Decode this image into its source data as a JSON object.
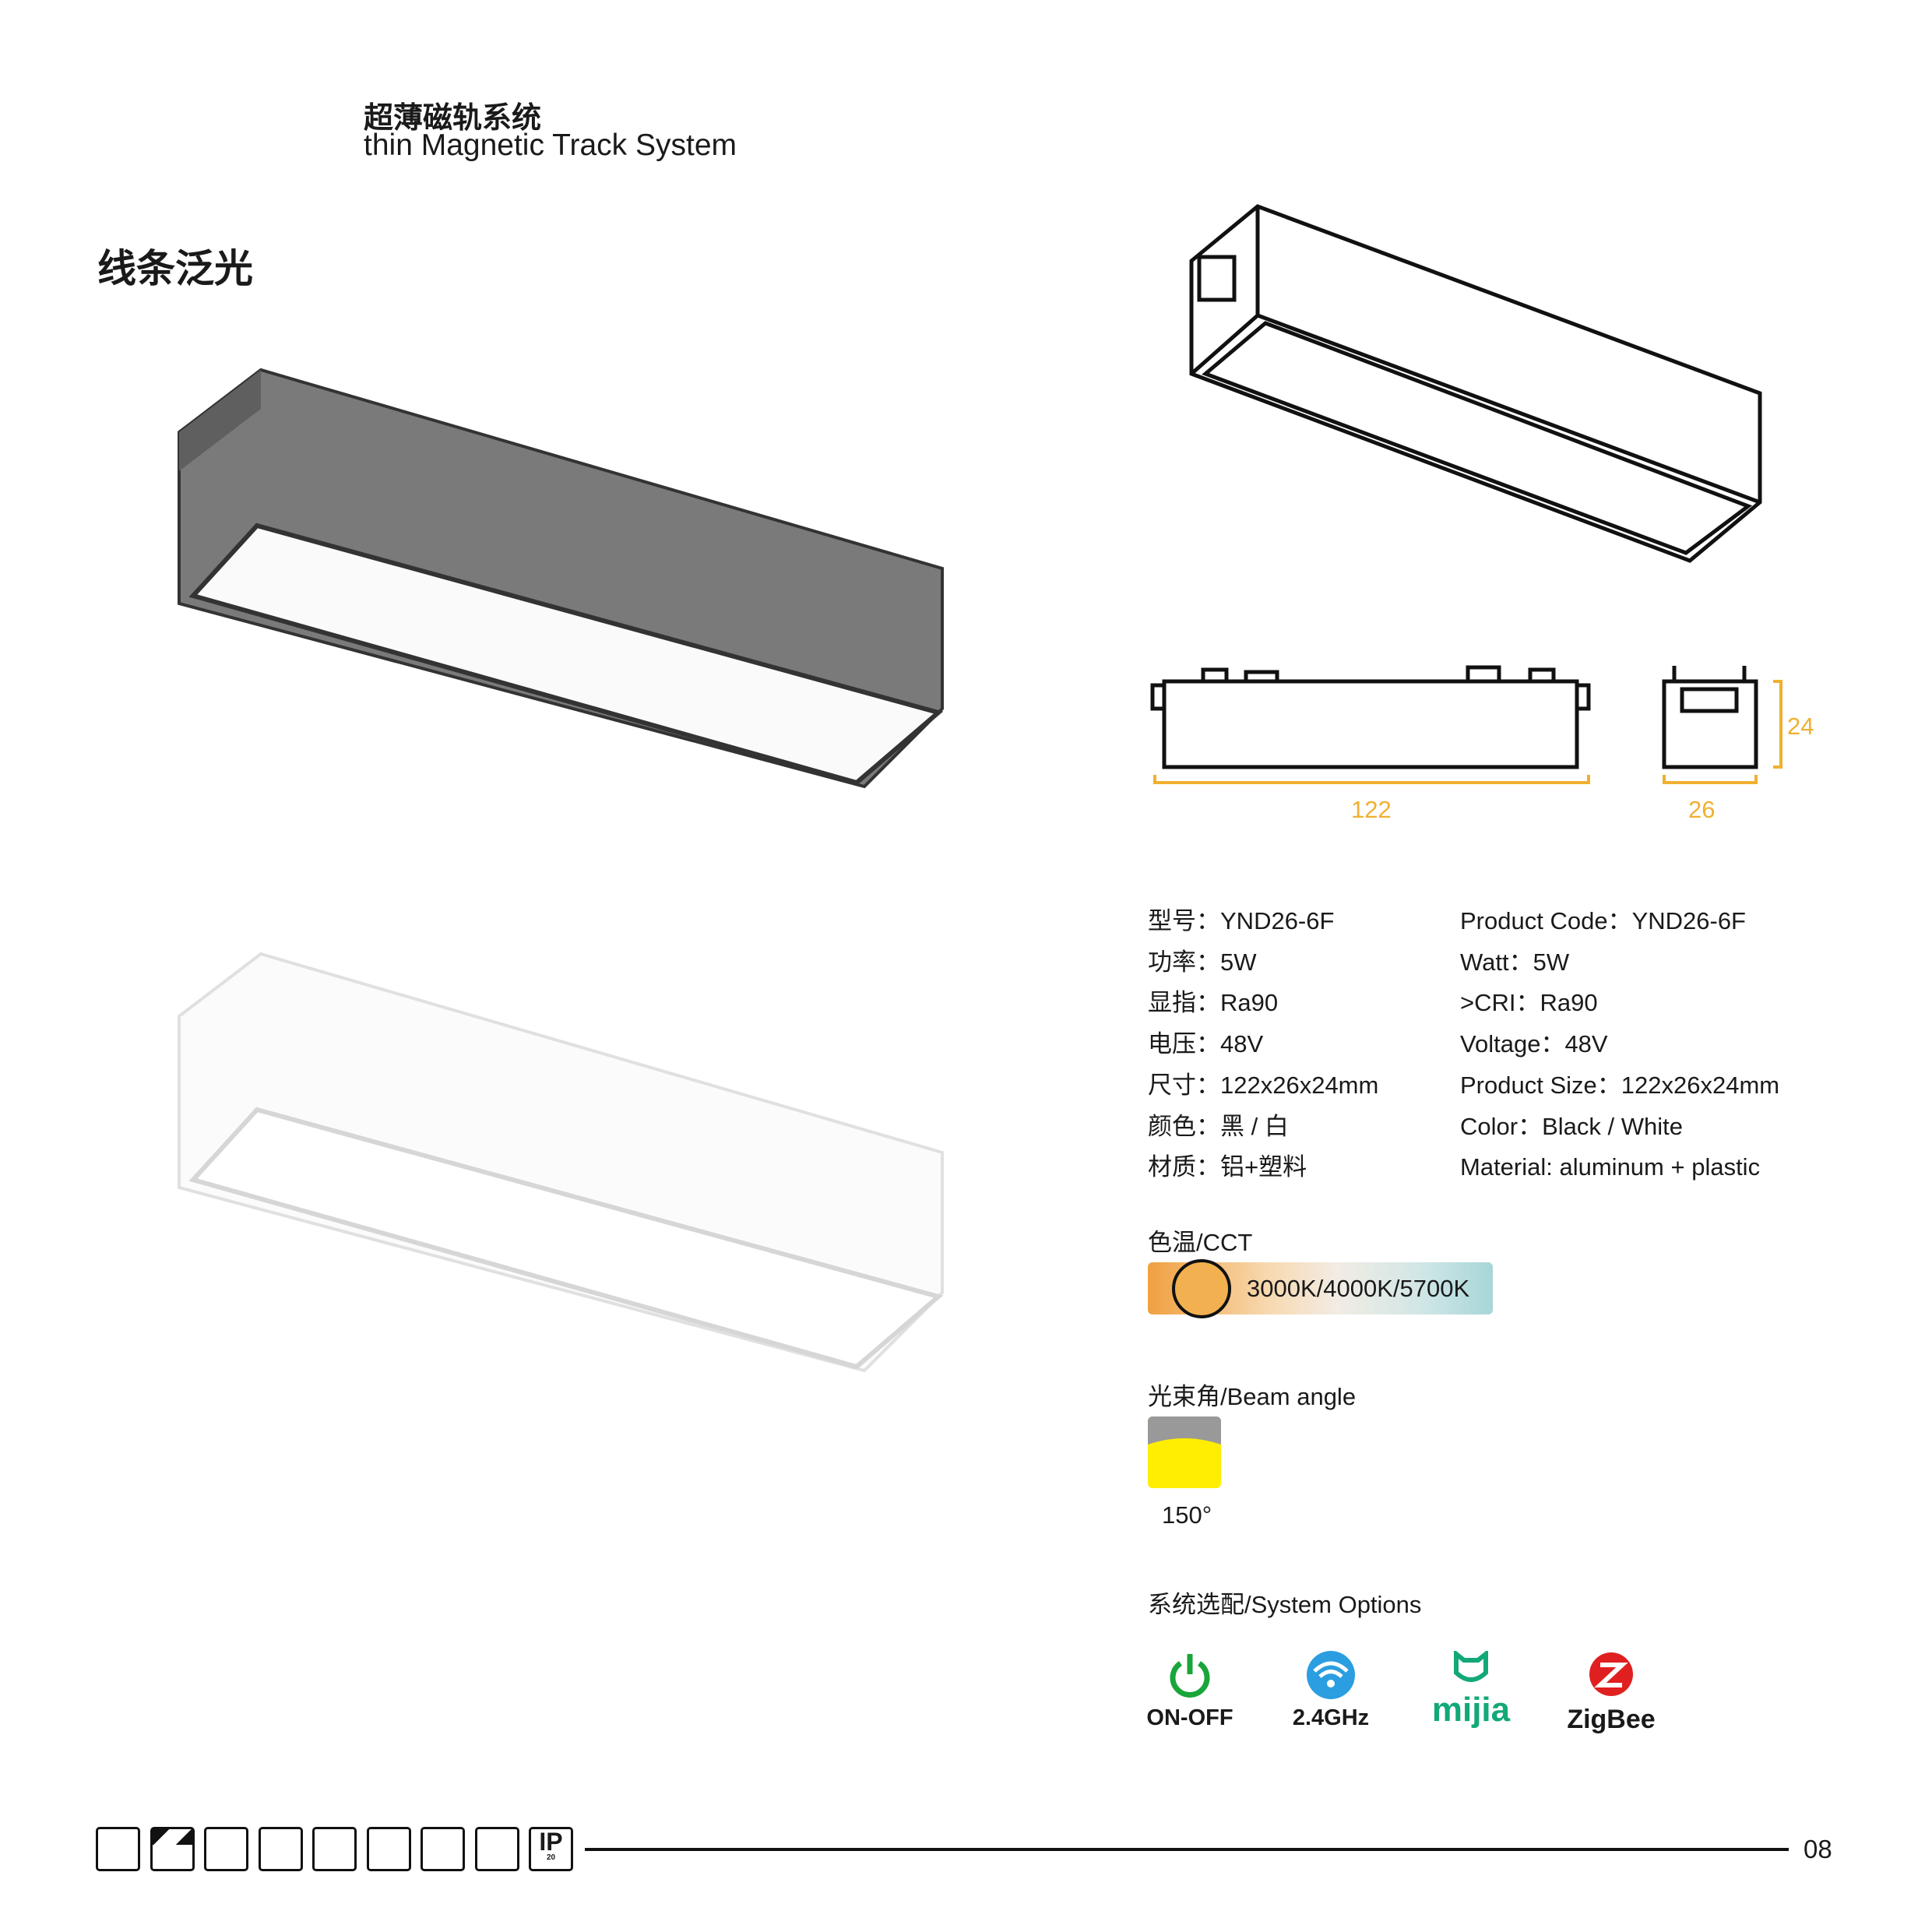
{
  "header": {
    "title_cn": "超薄磁轨系统",
    "title_en": "thin Magnetic Track System"
  },
  "section_title": "线条泛光",
  "dimensions": {
    "length": "122",
    "width": "26",
    "height": "24"
  },
  "specs_cn": [
    {
      "label": "型号：",
      "value": "YND26-6F"
    },
    {
      "label": "功率：",
      "value": "5W"
    },
    {
      "label": "显指：",
      "value": "Ra90"
    },
    {
      "label": "电压：",
      "value": "48V"
    },
    {
      "label": "尺寸：",
      "value": "122x26x24mm"
    },
    {
      "label": "颜色：",
      "value": "黑 / 白"
    },
    {
      "label": "材质：",
      "value": "铝+塑料"
    }
  ],
  "specs_en": [
    {
      "label": "Product Code：",
      "value": "YND26-6F"
    },
    {
      "label": "Watt：",
      "value": "5W"
    },
    {
      "label": ">CRI：",
      "value": "Ra90"
    },
    {
      "label": "Voltage：",
      "value": "48V"
    },
    {
      "label": "Product Size：",
      "value": "122x26x24mm"
    },
    {
      "label": "Color：",
      "value": "Black / White"
    },
    {
      "label": "Material: ",
      "value": "aluminum + plastic"
    }
  ],
  "cct": {
    "label": "色温/CCT",
    "value": "3000K/4000K/5700K"
  },
  "beam": {
    "label": "光束角/Beam angle",
    "value": "150°"
  },
  "system": {
    "label": "系统选配/System Options",
    "options": [
      "ON-OFF",
      "2.4GHz",
      "mijia",
      "ZigBee"
    ]
  },
  "footer": {
    "page": "08",
    "ip": "IP",
    "ip_rating": "20"
  },
  "colors": {
    "dim": "#f0b030",
    "onoff": "#1aa53a",
    "wifi": "#2a9ee0",
    "mijia": "#12a878",
    "zigbee": "#e02020"
  }
}
